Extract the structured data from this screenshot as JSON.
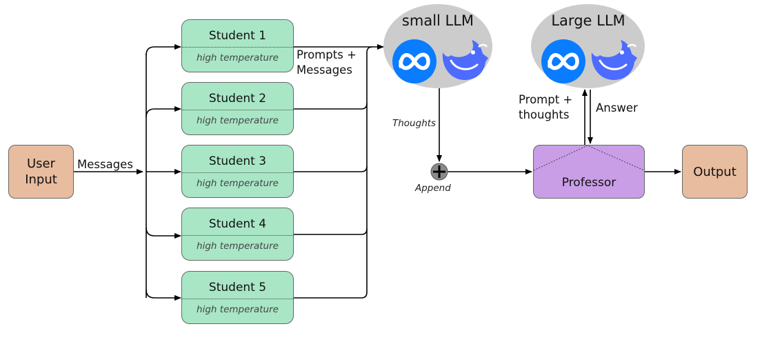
{
  "input": {
    "line1": "User",
    "line2": "Input"
  },
  "output": {
    "label": "Output"
  },
  "students": [
    {
      "title": "Student 1",
      "subtitle": "high temperature"
    },
    {
      "title": "Student 2",
      "subtitle": "high temperature"
    },
    {
      "title": "Student 3",
      "subtitle": "high temperature"
    },
    {
      "title": "Student 4",
      "subtitle": "high temperature"
    },
    {
      "title": "Student 5",
      "subtitle": "high temperature"
    }
  ],
  "small_llm": {
    "title": "small LLM",
    "icons": [
      "meta-icon",
      "deepseek-whale-icon"
    ]
  },
  "large_llm": {
    "title": "Large LLM",
    "icons": [
      "meta-icon",
      "deepseek-whale-icon"
    ]
  },
  "professor": {
    "label": "Professor"
  },
  "edges": {
    "messages": "Messages",
    "prompts_line1": "Prompts +",
    "prompts_line2": "Messages",
    "thoughts": "Thoughts",
    "append": "Append",
    "prompt_thoughts_line1": "Prompt +",
    "prompt_thoughts_line2": "thoughts",
    "answer": "Answer"
  },
  "colors": {
    "io": "#e8bc9e",
    "student": "#a8e6c6",
    "professor": "#c99ee6",
    "llm": "#cccccc",
    "meta_blue": "#0a7cff",
    "deepseek_blue": "#4d6bfe"
  }
}
